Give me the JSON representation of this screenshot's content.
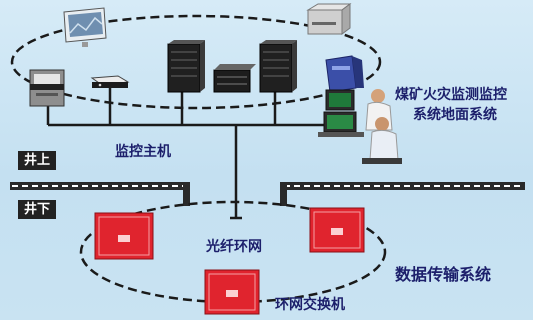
{
  "labels": {
    "surface_system_line1": "煤矿火灾监测监控",
    "surface_system_line2": "系统地面系统",
    "monitor_host": "监控主机",
    "above_ground": "井上",
    "below_ground": "井下",
    "fiber_ring": "光纤环网",
    "data_transmission": "数据传输系统",
    "ring_switch": "环网交换机"
  },
  "colors": {
    "label_text": "#1c1f6b",
    "network_line": "#1a1a1a",
    "switch_box": "#e0242e",
    "background": "#c9e2f2"
  },
  "icons": [
    "monitor-icon",
    "printer-icon",
    "workstation-icon",
    "small-device-icon",
    "server-tower-icon",
    "network-switch-icon",
    "server-tower-icon",
    "blue-server-icon",
    "operators-icon",
    "ring-switch-box-icon"
  ]
}
